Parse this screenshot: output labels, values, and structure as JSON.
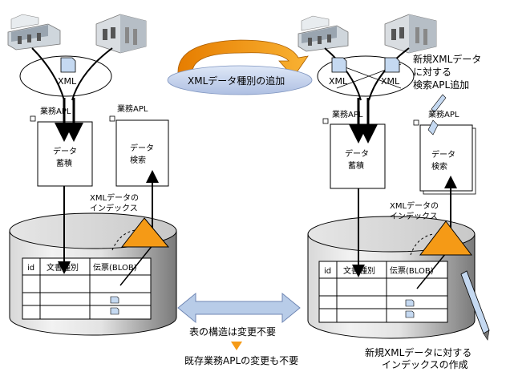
{
  "banner": "XMLデータ種別の追加",
  "left": {
    "xml_label": "XML",
    "apl1_title": "業務APL",
    "apl1_text": [
      "データ",
      "蓄積"
    ],
    "apl2_title": "業務APL",
    "apl2_text": [
      "データ",
      "検索"
    ],
    "index_label": [
      "XMLデータの",
      "インデックス"
    ],
    "table_headers": [
      "id",
      "文書種別",
      "伝票(BLOB)"
    ]
  },
  "right": {
    "xml_label_a": "XML",
    "xml_label_b": "XML",
    "note_new_apl": [
      "新規XMLデータ",
      "に対する",
      "検索APL追加"
    ],
    "apl1_title": "業務APL",
    "apl1_text": [
      "データ",
      "蓄積"
    ],
    "apl2_title": "業務APL",
    "apl2_text": [
      "データ",
      "検索"
    ],
    "index_label": [
      "XMLデータの",
      "インデックス"
    ],
    "table_headers": [
      "id",
      "文書種別",
      "伝票(BLOB)"
    ],
    "note_new_index": [
      "新規XMLデータに対する",
      "インデックスの作成"
    ]
  },
  "center": {
    "note_table": "表の構造は変更不要",
    "note_apl": "既存業務APLの変更も不要"
  },
  "colors": {
    "orange": "#F59A16",
    "blue_arrow": "#B8CCE8",
    "doc_blue": "#C5D9F1",
    "cylinder_dark": "#8C8C8C"
  }
}
